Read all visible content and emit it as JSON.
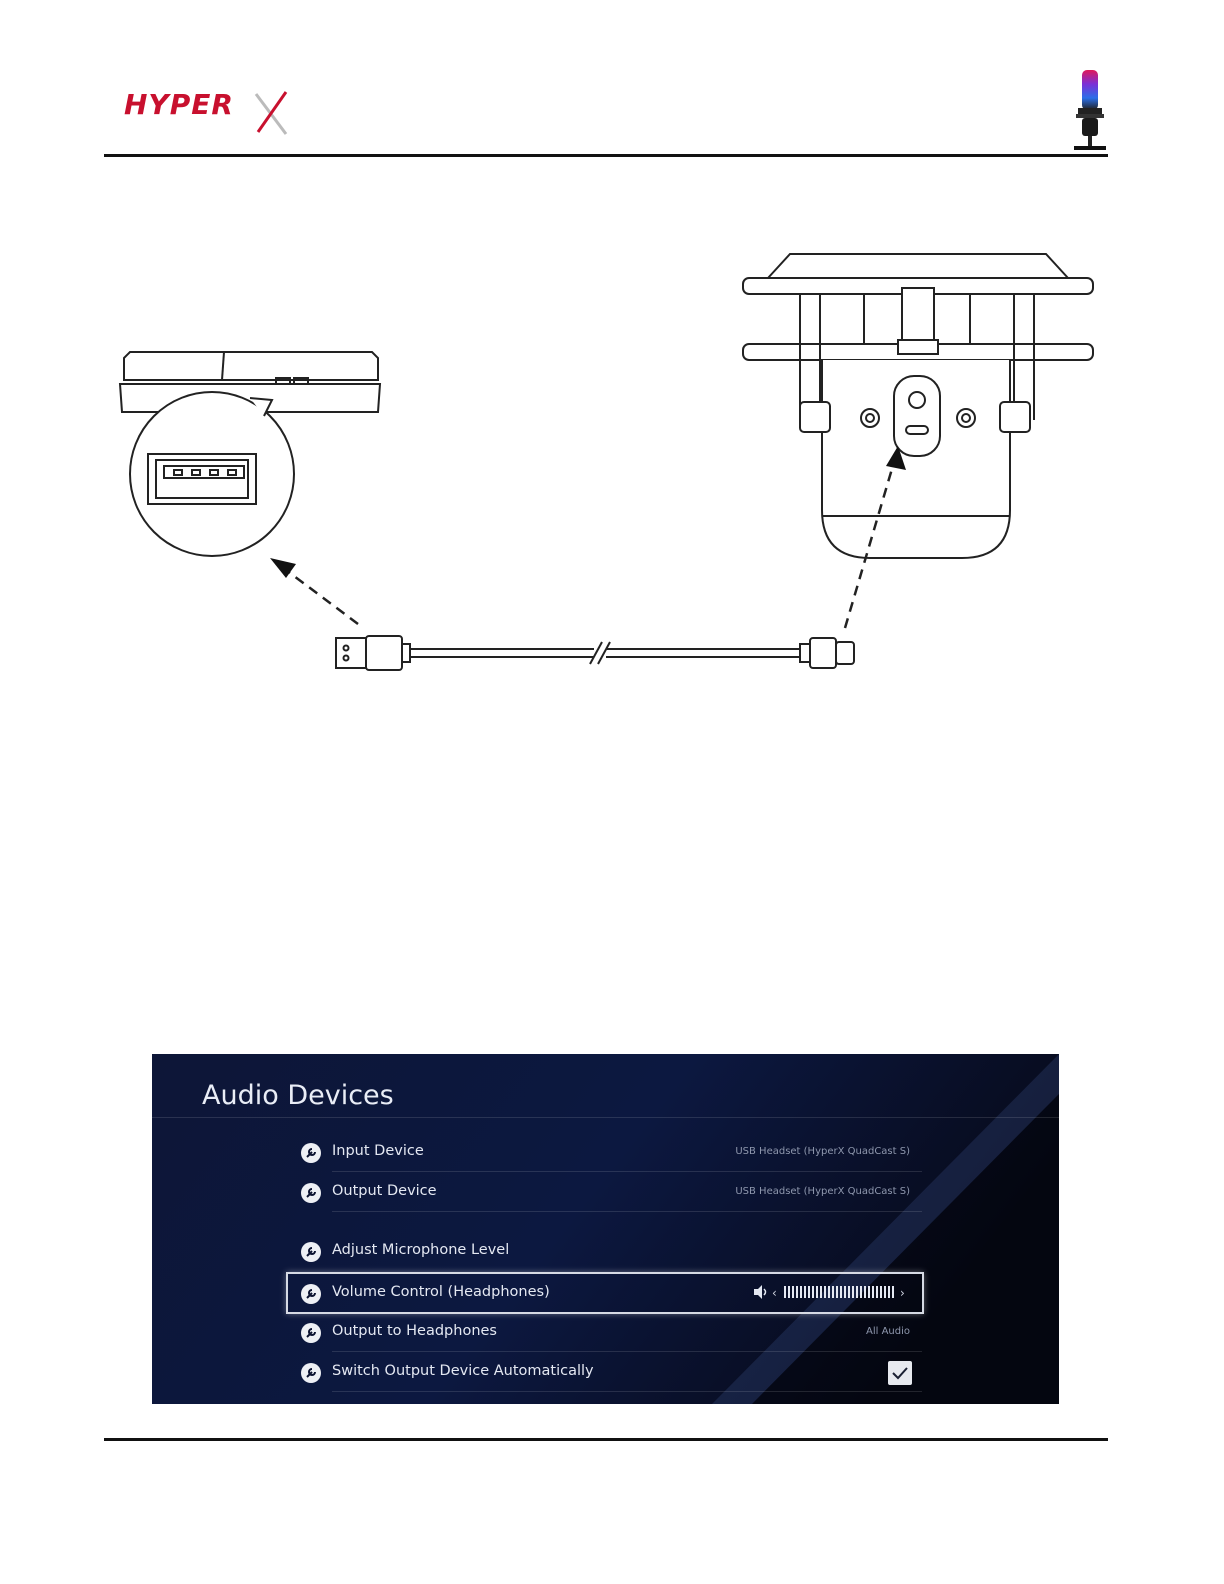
{
  "header": {
    "brand_logo_text": "HYPERX",
    "brand_color": "#c8102e"
  },
  "diagram": {
    "left_device": "console-usb-port",
    "right_device": "microphone-usb-c-port",
    "cable": "usb-a-to-usb-c-cable"
  },
  "audio_panel": {
    "title": "Audio Devices",
    "rows": [
      {
        "label": "Input Device",
        "value": "USB Headset (HyperX QuadCast S)"
      },
      {
        "label": "Output Device",
        "value": "USB Headset (HyperX QuadCast S)"
      },
      {
        "label": "Adjust Microphone Level",
        "value": ""
      },
      {
        "label": "Volume Control (Headphones)",
        "value": "",
        "selected": true,
        "volume_fraction": 1.0
      },
      {
        "label": "Output to Headphones",
        "value": "All Audio"
      },
      {
        "label": "Switch Output Device Automatically",
        "value": "",
        "checked": true
      }
    ],
    "colors": {
      "background": "#0b1230",
      "text": "#e4e8f2"
    }
  }
}
